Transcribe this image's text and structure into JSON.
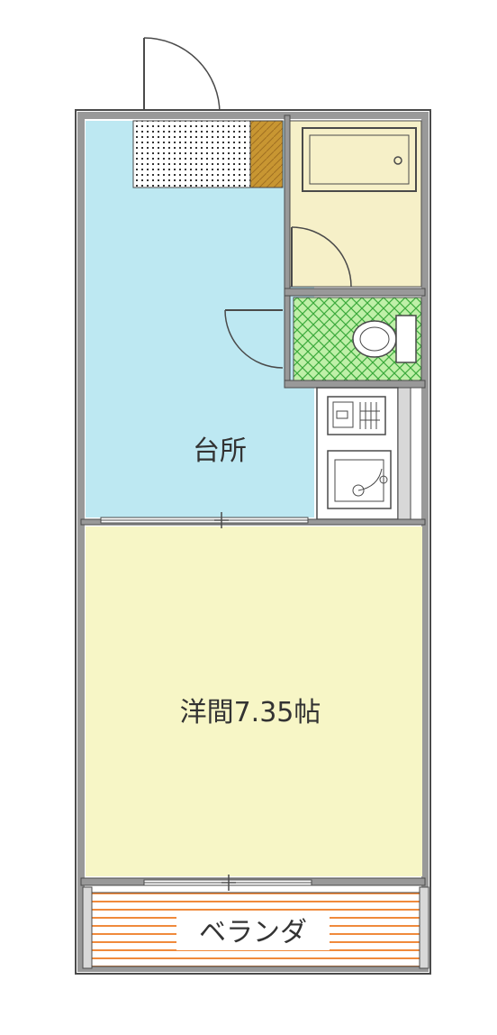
{
  "rooms": {
    "kitchen": {
      "label": "台所",
      "color": "#bde8f2"
    },
    "western": {
      "label": "洋間7.35帖",
      "color": "#f7f6c6"
    },
    "veranda": {
      "label": "ベランダ",
      "stripe_color": "#f08a3c"
    },
    "bath": {
      "color": "#f6f0c8"
    },
    "toilet": {
      "color": "#bff0a8",
      "pattern_color": "#3caa3c"
    },
    "entrance": {
      "pattern_color": "#333333"
    },
    "shoe_box": {
      "color": "#c89632"
    }
  },
  "colors": {
    "wall": "#999999",
    "outline": "#4a4a4a"
  }
}
